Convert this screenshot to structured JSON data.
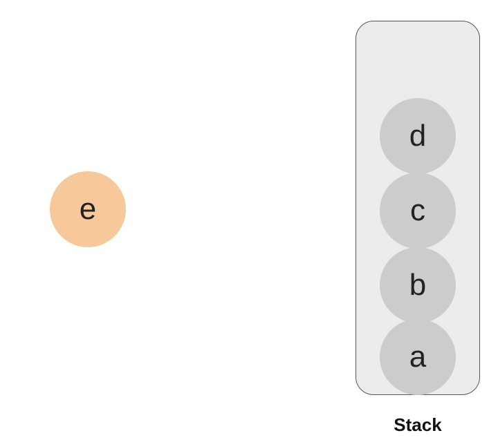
{
  "incoming_node": {
    "label": "e",
    "color": "#f7c99a"
  },
  "stack": {
    "label": "Stack",
    "container_color": "#ececec",
    "node_color": "#cccccc",
    "items": [
      {
        "label": "a"
      },
      {
        "label": "b"
      },
      {
        "label": "c"
      },
      {
        "label": "d"
      }
    ]
  }
}
